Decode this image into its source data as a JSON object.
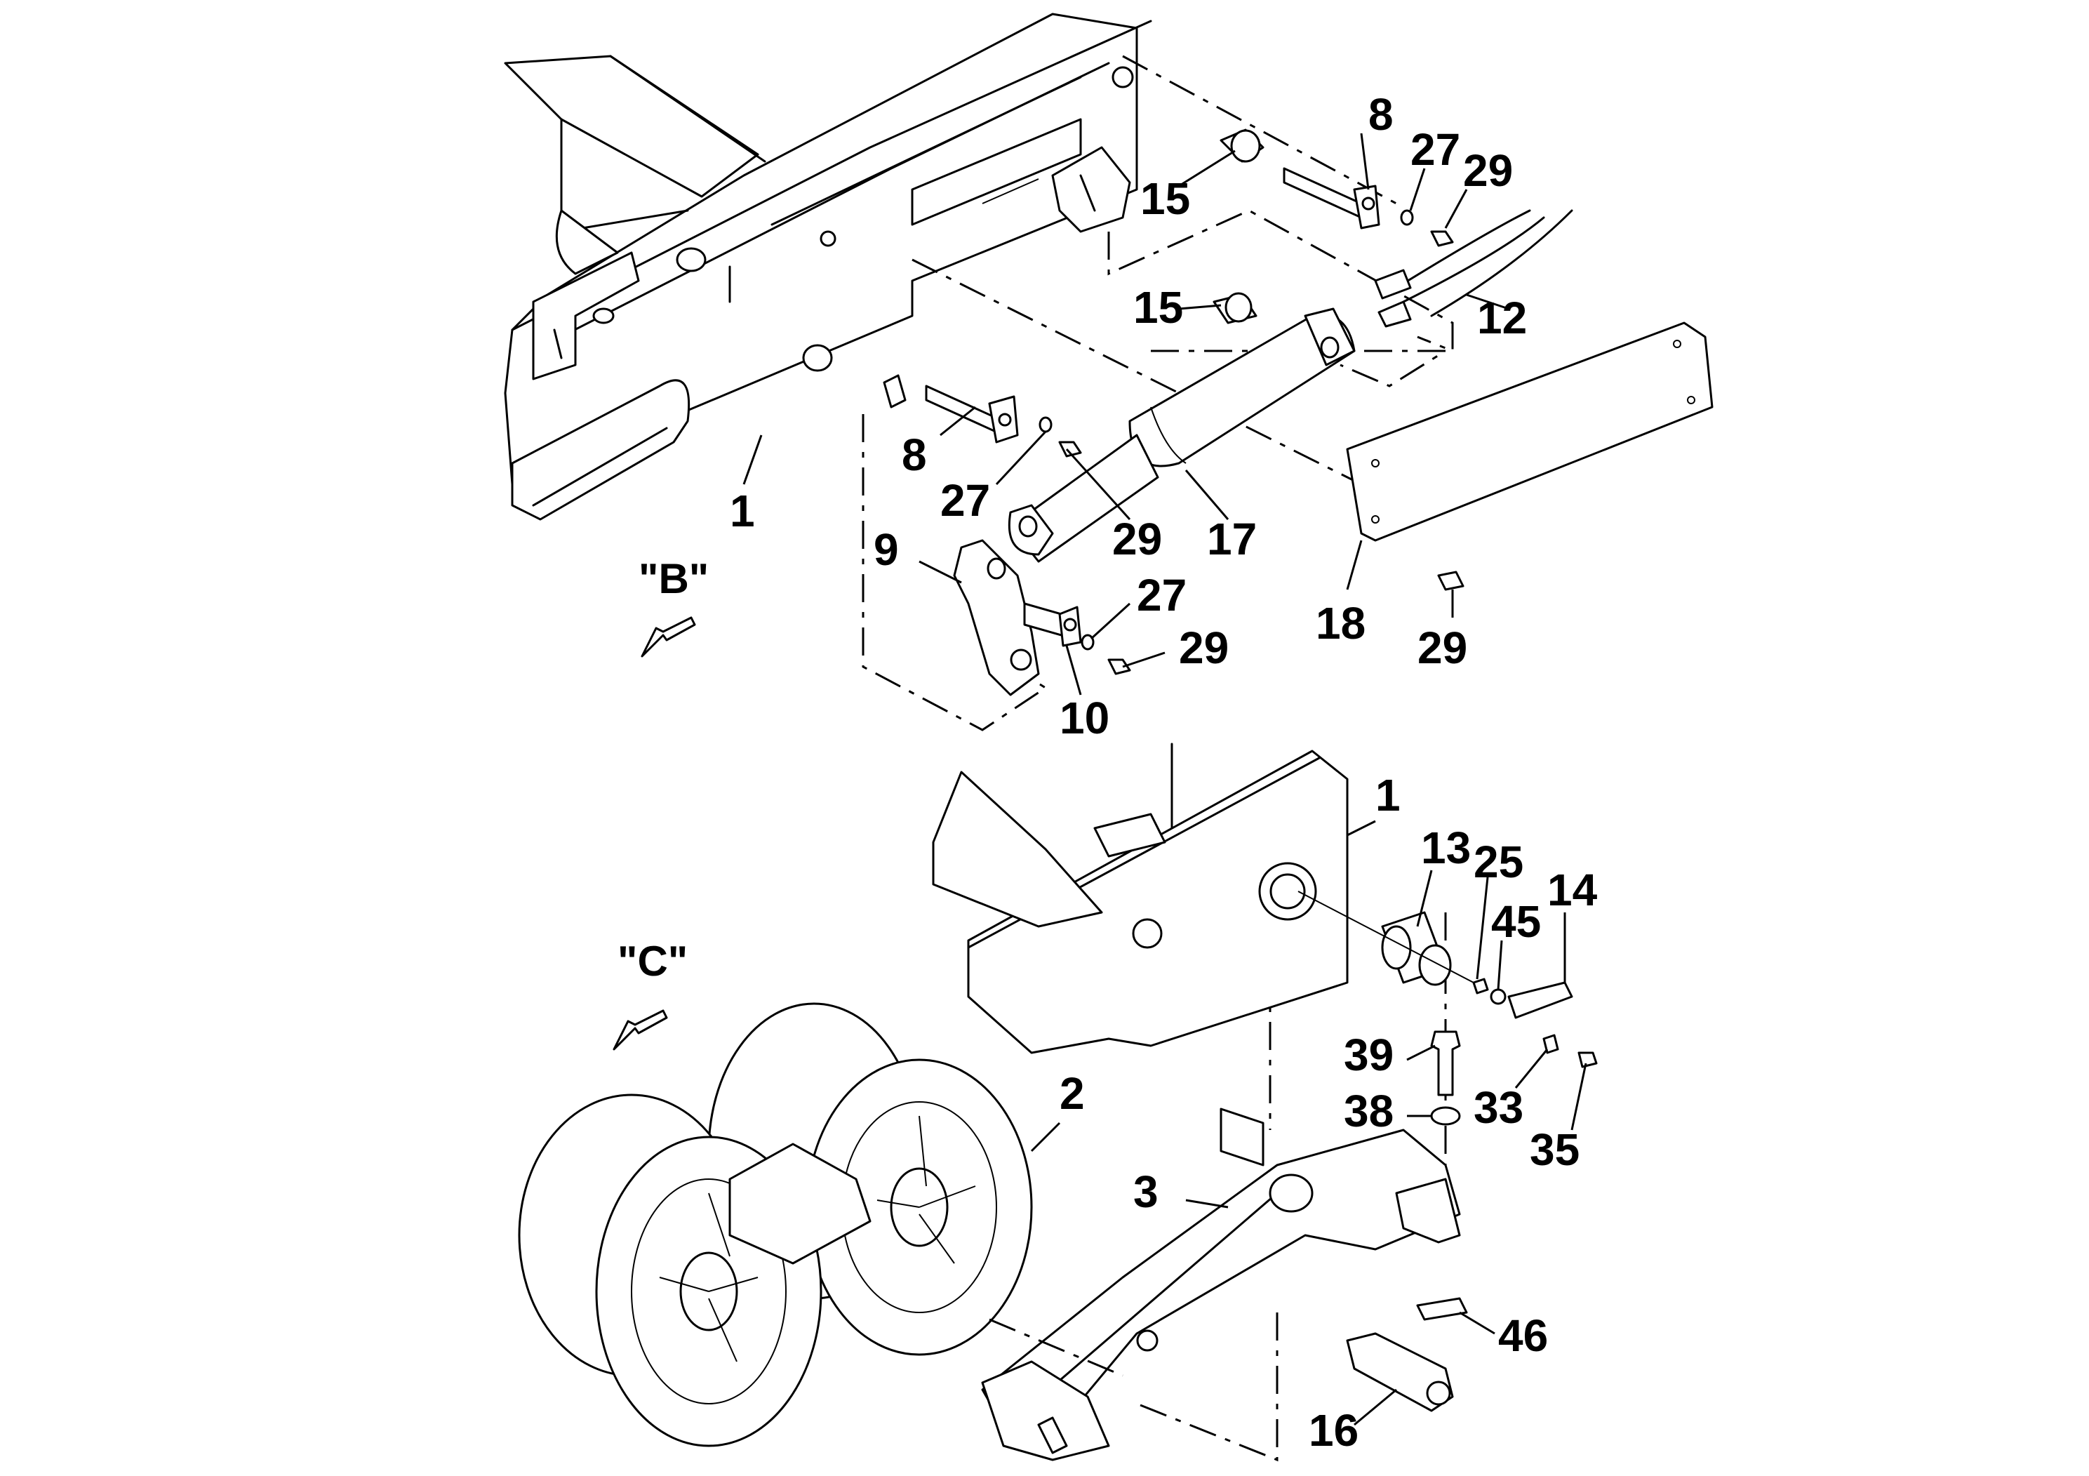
{
  "views": {
    "b": {
      "label": "\"B\"",
      "arrow_icon": "direction-arrow-icon"
    },
    "c": {
      "label": "\"C\"",
      "arrow_icon": "direction-arrow-icon"
    }
  },
  "callouts": {
    "upper": {
      "c1": "1",
      "c8a": "8",
      "c8b": "8",
      "c27a": "27",
      "c27b": "27",
      "c27c": "27",
      "c29a": "29",
      "c29b": "29",
      "c29c": "29",
      "c29d": "29",
      "c15a": "15",
      "c15b": "15",
      "c12": "12",
      "c17": "17",
      "c18": "18",
      "c9": "9",
      "c10": "10"
    },
    "lower": {
      "c1": "1",
      "c13": "13",
      "c25": "25",
      "c45": "45",
      "c14": "14",
      "c39": "39",
      "c38": "38",
      "c33": "33",
      "c35": "35",
      "c2": "2",
      "c3": "3",
      "c46": "46",
      "c16": "16"
    }
  }
}
